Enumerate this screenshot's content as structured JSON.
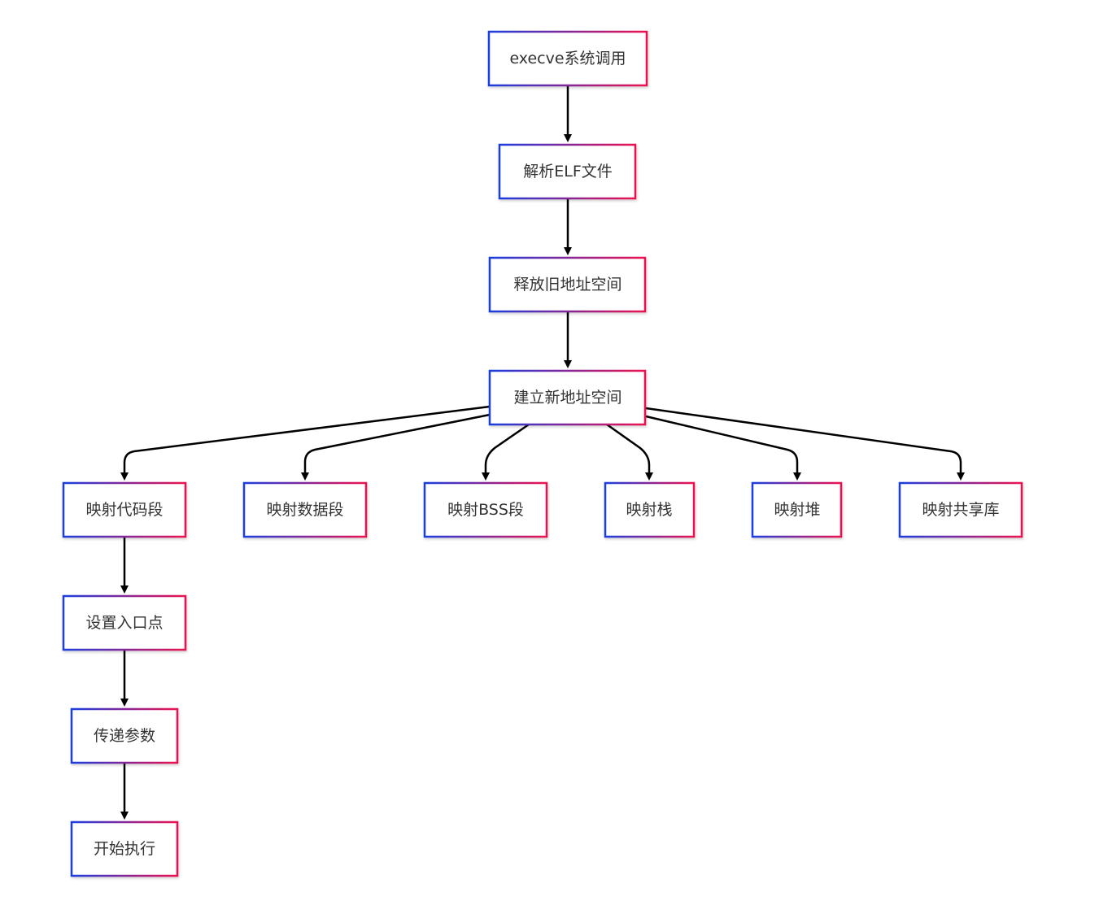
{
  "nodes": [
    {
      "id": "execve",
      "label": "execve系统调用"
    },
    {
      "id": "parse",
      "label": "解析ELF文件"
    },
    {
      "id": "free",
      "label": "释放旧地址空间"
    },
    {
      "id": "build",
      "label": "建立新地址空间"
    },
    {
      "id": "code",
      "label": "映射代码段"
    },
    {
      "id": "data",
      "label": "映射数据段"
    },
    {
      "id": "bss",
      "label": "映射BSS段"
    },
    {
      "id": "stack",
      "label": "映射栈"
    },
    {
      "id": "heap",
      "label": "映射堆"
    },
    {
      "id": "shlib",
      "label": "映射共享库"
    },
    {
      "id": "entry",
      "label": "设置入口点"
    },
    {
      "id": "args",
      "label": "传递参数"
    },
    {
      "id": "exec",
      "label": "开始执行"
    }
  ],
  "edges": [
    {
      "from": "execve",
      "to": "parse"
    },
    {
      "from": "parse",
      "to": "free"
    },
    {
      "from": "free",
      "to": "build"
    },
    {
      "from": "build",
      "to": "code"
    },
    {
      "from": "build",
      "to": "data"
    },
    {
      "from": "build",
      "to": "bss"
    },
    {
      "from": "build",
      "to": "stack"
    },
    {
      "from": "build",
      "to": "heap"
    },
    {
      "from": "build",
      "to": "shlib"
    },
    {
      "from": "code",
      "to": "entry"
    },
    {
      "from": "entry",
      "to": "args"
    },
    {
      "from": "args",
      "to": "exec"
    }
  ],
  "colors": {
    "border_start": "#1a3ee0",
    "border_end": "#ee1150",
    "edge": "#000000",
    "text": "#333333"
  }
}
